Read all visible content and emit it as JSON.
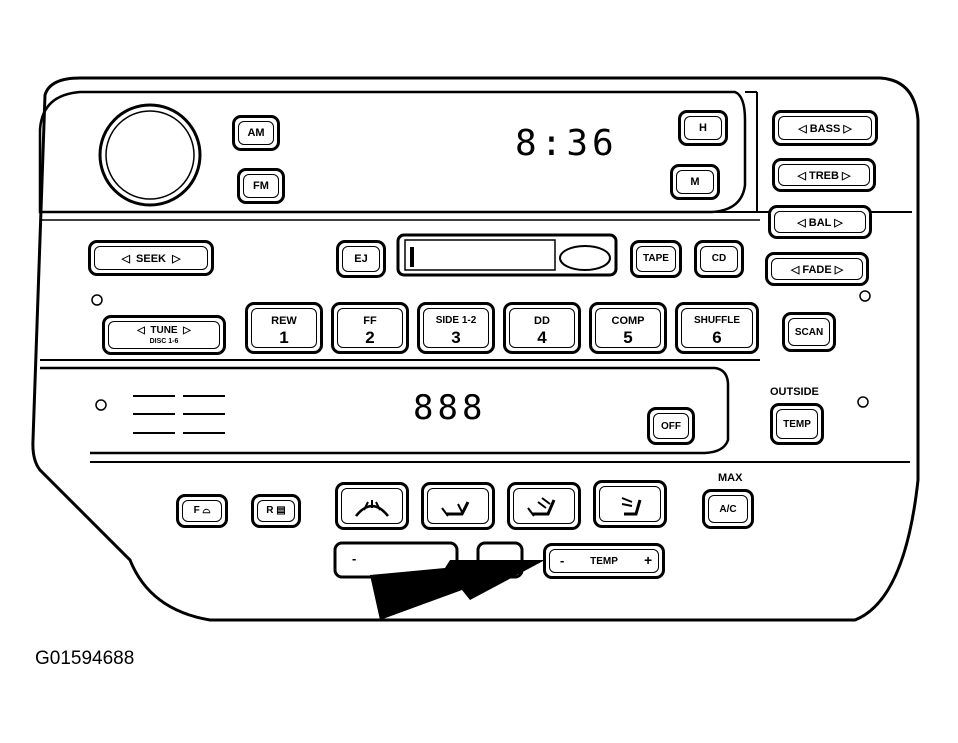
{
  "radio": {
    "clock": "8:36",
    "am_label": "AM",
    "fm_label": "FM",
    "h_label": "H",
    "m_label": "M",
    "seek_label": "SEEK",
    "tune_label": "TUNE",
    "tune_sub": "DISC 1-6",
    "ej_label": "EJ",
    "tape_label": "TAPE",
    "cd_label": "CD",
    "bass_label": "BASS",
    "treb_label": "TREB",
    "bal_label": "BAL",
    "fade_label": "FADE",
    "scan_label": "SCAN",
    "presets": [
      {
        "top": "REW",
        "num": "1"
      },
      {
        "top": "FF",
        "num": "2"
      },
      {
        "top": "SIDE 1-2",
        "num": "3"
      },
      {
        "top": "DD",
        "num": "4"
      },
      {
        "top": "COMP",
        "num": "5"
      },
      {
        "top": "SHUFFLE",
        "num": "6"
      }
    ]
  },
  "climate": {
    "display": "888",
    "off_label": "OFF",
    "outside_label": "OUTSIDE",
    "temp_label": "TEMP",
    "max_label": "MAX",
    "ac_label": "A/C",
    "front_defrost_label": "F",
    "rear_defrost_label": "R",
    "temp_slider_label": "TEMP",
    "temp_minus": "-",
    "temp_plus": "+",
    "fan_minus": "-"
  },
  "figure_id": "G01594688"
}
